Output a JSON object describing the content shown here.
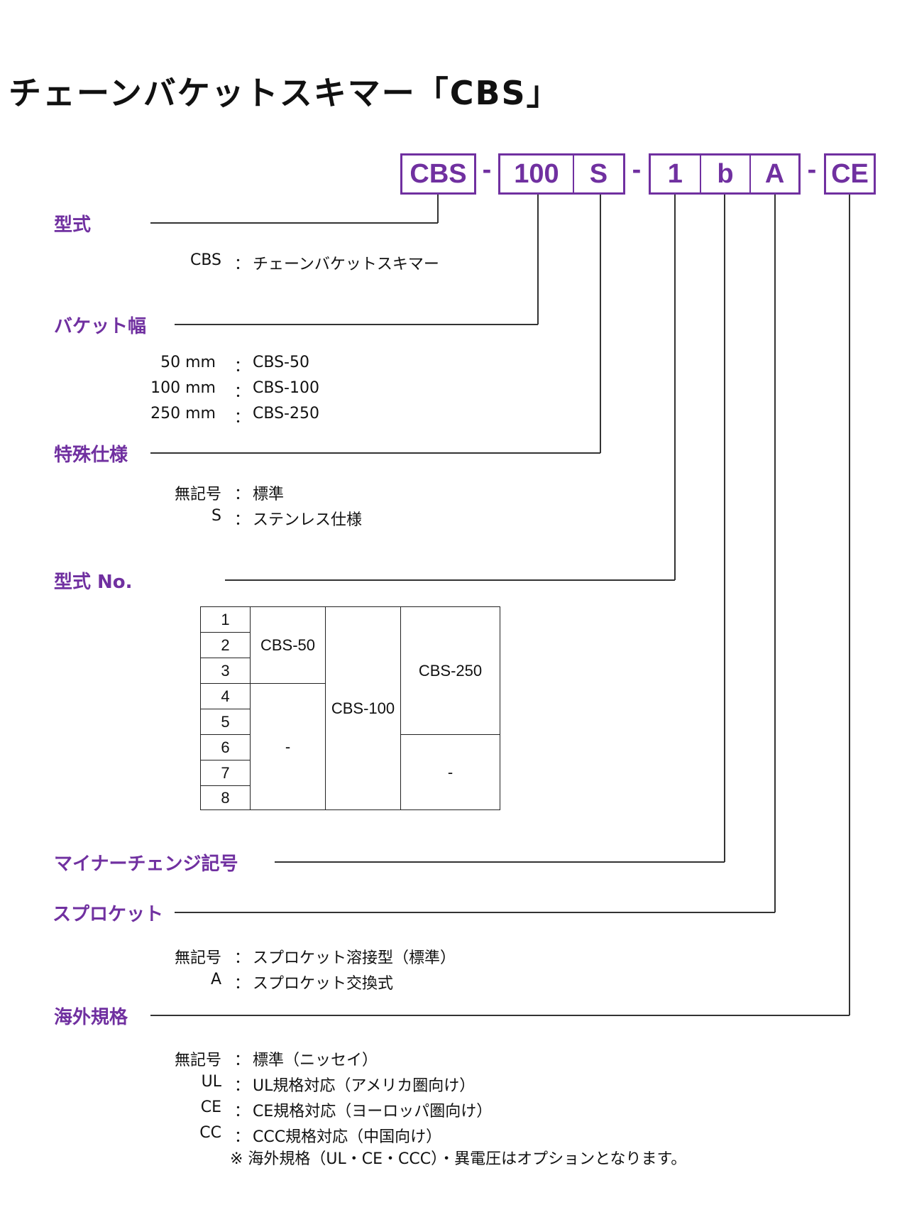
{
  "title": "チェーンバケットスキマー「CBS」",
  "code": {
    "groups": [
      [
        "CBS"
      ],
      [
        "100",
        "S"
      ],
      [
        "1",
        "b",
        "A"
      ],
      [
        "CE"
      ]
    ],
    "separator": "-"
  },
  "sections": {
    "model": {
      "heading": "型式",
      "items": [
        {
          "key": "CBS",
          "value": "チェーンバケットスキマー"
        }
      ]
    },
    "width": {
      "heading": "バケット幅",
      "items": [
        {
          "key": "50 mm",
          "value": "CBS-50"
        },
        {
          "key": "100 mm",
          "value": "CBS-100"
        },
        {
          "key": "250 mm",
          "value": "CBS-250"
        }
      ]
    },
    "special": {
      "heading": "特殊仕様",
      "items": [
        {
          "key": "無記号",
          "value": "標準"
        },
        {
          "key": "S",
          "value": "ステンレス仕様"
        }
      ]
    },
    "model_no": {
      "heading": "型式 No.",
      "numbers": [
        "1",
        "2",
        "3",
        "4",
        "5",
        "6",
        "7",
        "8"
      ],
      "cbs50": "CBS-50",
      "cbs50_none": "-",
      "cbs100": "CBS-100",
      "cbs250": "CBS-250",
      "cbs250_none": "-"
    },
    "minor": {
      "heading": "マイナーチェンジ記号"
    },
    "sprocket": {
      "heading": "スプロケット",
      "items": [
        {
          "key": "無記号",
          "value": "スプロケット溶接型（標準）"
        },
        {
          "key": "A",
          "value": "スプロケット交換式"
        }
      ]
    },
    "overseas": {
      "heading": "海外規格",
      "items": [
        {
          "key": "無記号",
          "value": "標準（ニッセイ）"
        },
        {
          "key": "UL",
          "value": "UL規格対応（アメリカ圏向け）"
        },
        {
          "key": "CE",
          "value": "CE規格対応（ヨーロッパ圏向け）"
        },
        {
          "key": "CC",
          "value": "CCC規格対応（中国向け）"
        }
      ],
      "note": "※ 海外規格（UL・CE・CCC）・異電圧はオプションとなります。"
    }
  },
  "colon": "：",
  "colors": {
    "accent": "#7030a0",
    "line": "#333333"
  }
}
